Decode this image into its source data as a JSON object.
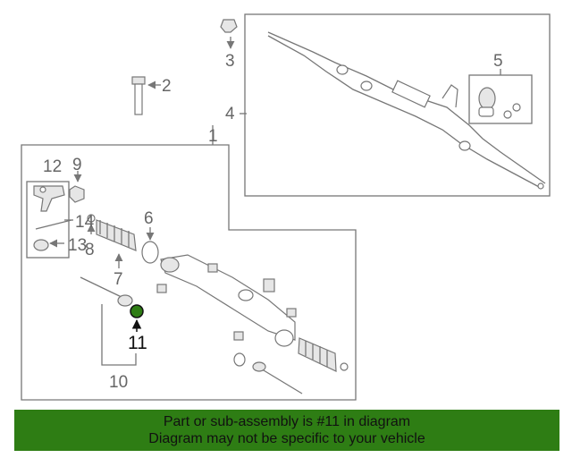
{
  "diagram": {
    "callouts": [
      "1",
      "2",
      "3",
      "4",
      "5",
      "6",
      "7",
      "8",
      "9",
      "10",
      "11",
      "12",
      "13",
      "14"
    ],
    "highlighted_callout": "11",
    "highlight_color": "#2e7d14"
  },
  "banner": {
    "line1": "Part or sub-assembly is #11 in diagram",
    "line2": "Diagram may not be specific to your vehicle",
    "background": "#2e7d14"
  }
}
